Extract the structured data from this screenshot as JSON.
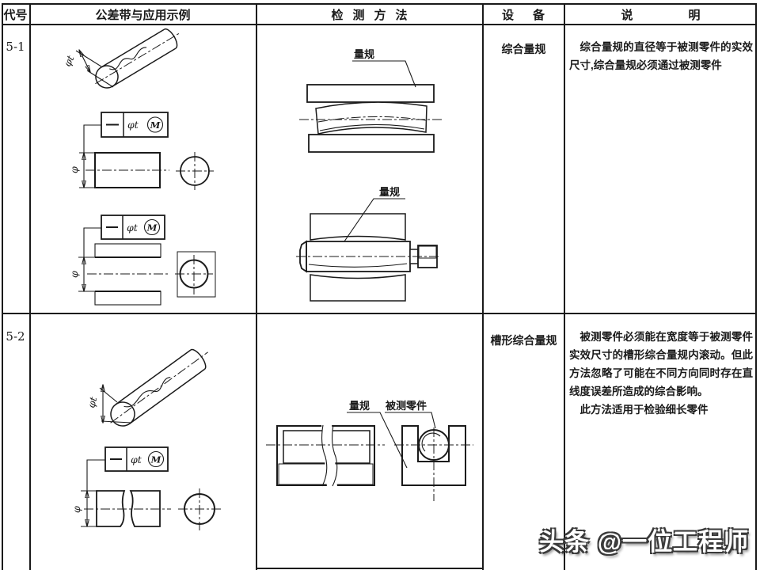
{
  "header": {
    "col_code": "代号",
    "col_tolerance": "公差带与应用示例",
    "col_method": "检测方法",
    "col_equipment": "设备",
    "col_notes": "说明"
  },
  "row1": {
    "code": "5-1",
    "equipment": "综合量规",
    "notes": "综合量规的直径等于被测零件的实效尺寸,综合量规必须通过被测零件",
    "gauge_label_1": "量规",
    "gauge_label_2": "量规"
  },
  "row2": {
    "code": "5-2",
    "equipment": "槽形综合量规",
    "notes_p1": "被测零件必须能在宽度等于被测零件实效尺寸的槽形综合量规内滚动。但此方法忽略了可能在不同方向同时存在直线度误差所造成的综合影响。",
    "notes_p2": "此方法适用于检验细长零件",
    "gauge_label": "量规",
    "part_label": "被测零件"
  },
  "symbols": {
    "straightness": "—",
    "phi_t": "φt",
    "phi": "φ",
    "mmc": "M"
  },
  "watermark": "头条 @一位工程师",
  "colors": {
    "ink": "#1a1a1a",
    "paper": "#ffffff"
  }
}
